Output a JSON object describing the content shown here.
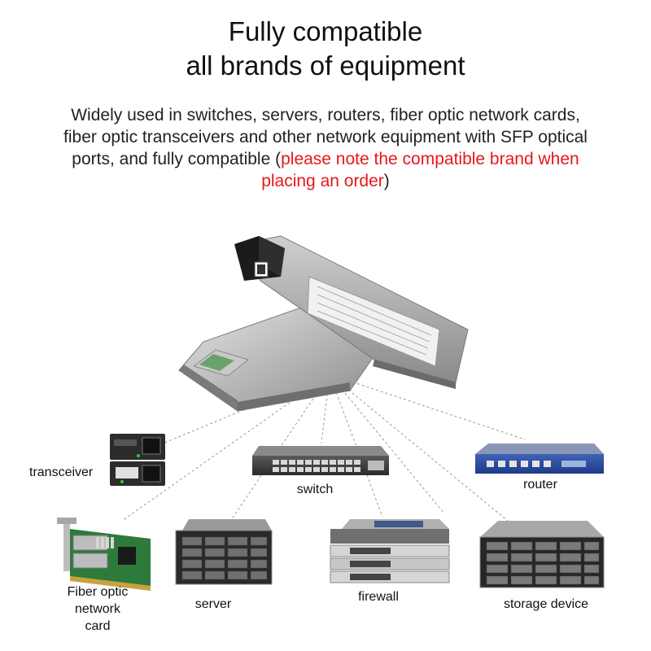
{
  "title": {
    "line1": "Fully compatible",
    "line2": "all brands of equipment"
  },
  "description": {
    "text": "Widely used in switches, servers, routers, fiber optic network cards, fiber optic transceivers and other network equipment with SFP optical ports, and fully compatible (",
    "highlight": "please note the compatible brand when placing an order",
    "close": ")",
    "highlight_color": "#e8161b"
  },
  "devices": {
    "transceiver": "transceiver",
    "switch": "switch",
    "router": "router",
    "nic_line1": "Fiber optic",
    "nic_line2": "network",
    "nic_line3": "card",
    "server": "server",
    "firewall": "firewall",
    "storage": "storage device"
  }
}
